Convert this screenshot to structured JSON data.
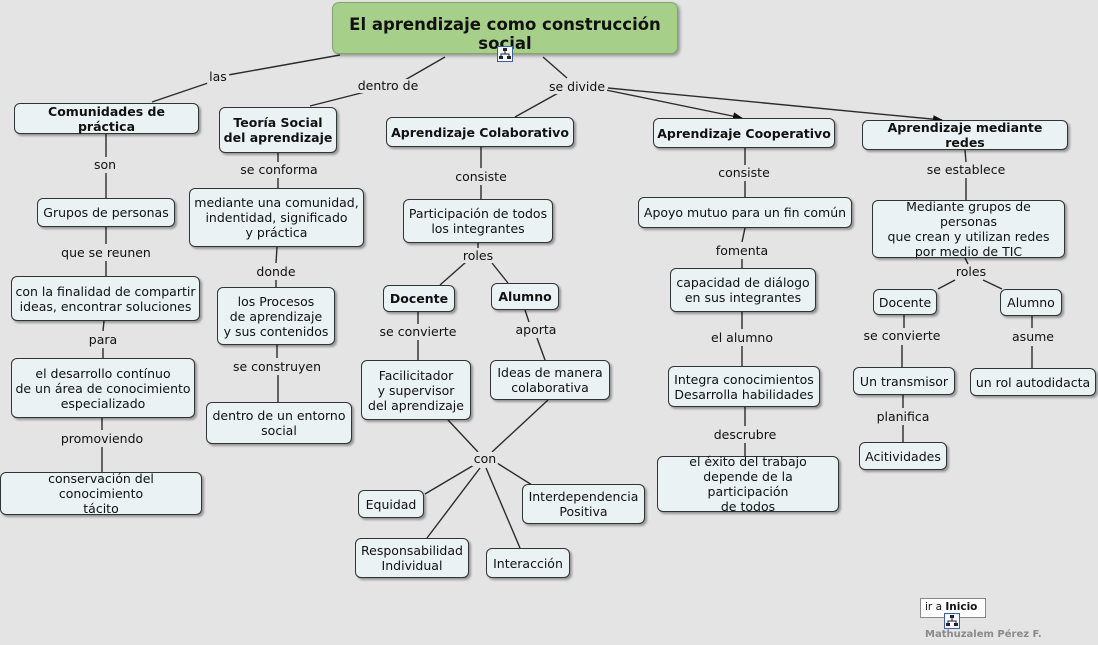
{
  "title": "El aprendizaje como construcción social",
  "nodes": {
    "comunidades": "Comunidades de práctica",
    "teoria_social": "Teoría Social\ndel aprendizaje",
    "colaborativo": "Aprendizaje Colaborativo",
    "cooperativo": "Aprendizaje Cooperativo",
    "redes": "Aprendizaje mediante redes",
    "grupos": "Grupos de personas",
    "mediante_comunidad": "mediante una comunidad,\nindentidad, significado\ny práctica",
    "participacion": "Participación de todos\nlos integrantes",
    "apoyo": "Apoyo mutuo para un fin común",
    "mediante_grupos": "Mediante grupos de personas\nque crean y utilizan redes\npor medio de TIC",
    "finalidad": "con la finalidad de compartir\nideas, encontrar soluciones",
    "procesos": "los Procesos\nde aprendizaje\ny sus contenidos",
    "docente_colab": "Docente",
    "alumno_colab": "Alumno",
    "capacidad": "capacidad de diálogo\nen sus integrantes",
    "docente_redes": "Docente",
    "alumno_redes": "Alumno",
    "desarrollo": "el desarrollo contínuo\nde un área de conocimiento\nespecializado",
    "entorno": "dentro de un entorno\nsocial",
    "facilitador": "Facilicitador\ny supervisor\ndel aprendizaje",
    "ideas": "Ideas de manera\ncolaborativa",
    "integra": "Integra conocimientos\nDesarrolla habilidades",
    "transmisor": "Un transmisor",
    "autodidacta": "un rol autodidacta",
    "actividades": "Acitividades",
    "conservacion": "conservación del conocimiento\ntácito",
    "exito": "el éxito del trabajo\ndepende de la participación\nde todos",
    "equidad": "Equidad",
    "interdependencia": "Interdependencia\nPositiva",
    "responsabilidad": "Responsabilidad\nIndividual",
    "interaccion": "Interacción"
  },
  "links": {
    "las": "las",
    "dentro_de": "dentro de",
    "se_divide": "se divide",
    "son": "son",
    "se_conforma": "se conforma",
    "consiste_colab": "consiste",
    "consiste_coop": "consiste",
    "se_establece": "se establece",
    "que_se_reunen": "que se reunen",
    "donde": "donde",
    "roles_colab": "roles",
    "fomenta": "fomenta",
    "roles_redes": "roles",
    "para": "para",
    "se_construyen": "se construyen",
    "se_convierte_colab": "se convierte",
    "aporta": "aporta",
    "el_alumno": "el alumno",
    "se_convierte_redes": "se convierte",
    "asume": "asume",
    "promoviendo": "promoviendo",
    "planifica": "planifica",
    "descrubre": "descrubre",
    "con": "con"
  },
  "footer": {
    "goto_prefix": "ir a",
    "goto_target": "Inicio",
    "author": "Mathuzalem Pérez F."
  },
  "colors": {
    "background": "#e4e4e4",
    "node_fill": "#eaf2f3",
    "title_fill": "#a6d08a",
    "line": "#2b2b2b"
  }
}
